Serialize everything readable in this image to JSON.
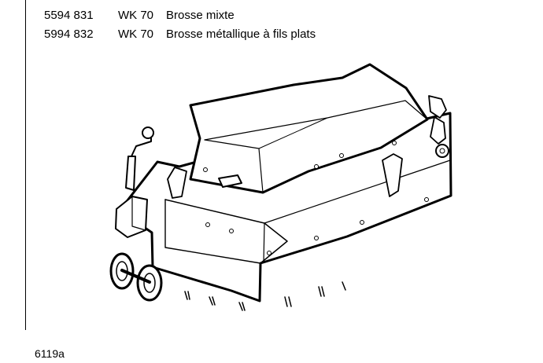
{
  "parts": [
    {
      "number": "5594 831",
      "model": "WK 70",
      "description": "Brosse mixte"
    },
    {
      "number": "5994 832",
      "model": "WK 70",
      "description": "Brosse métallique à fils plats"
    }
  ],
  "figure": {
    "icon": "brush-head-machine-illustration",
    "id": "6119a"
  }
}
